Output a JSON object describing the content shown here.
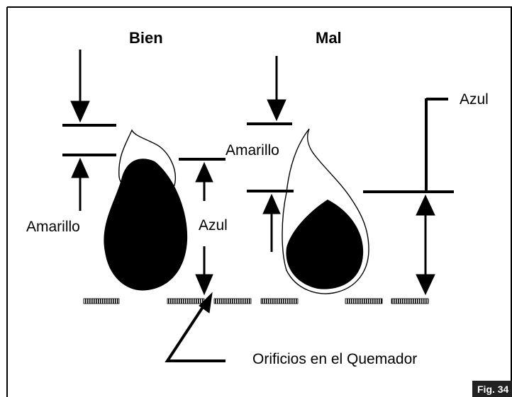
{
  "headings": {
    "good": "Bien",
    "bad": "Mal"
  },
  "labels": {
    "yellow_good": "Amarillo",
    "blue_good": "Azul",
    "yellow_bad": "Amarillo",
    "blue_bad": "Azul",
    "burner_ports": "Orificios en el Quemador"
  },
  "figure_label": "Fig. 34",
  "colors": {
    "ink": "#000000",
    "paper": "#ffffff",
    "badge": "#222222"
  }
}
